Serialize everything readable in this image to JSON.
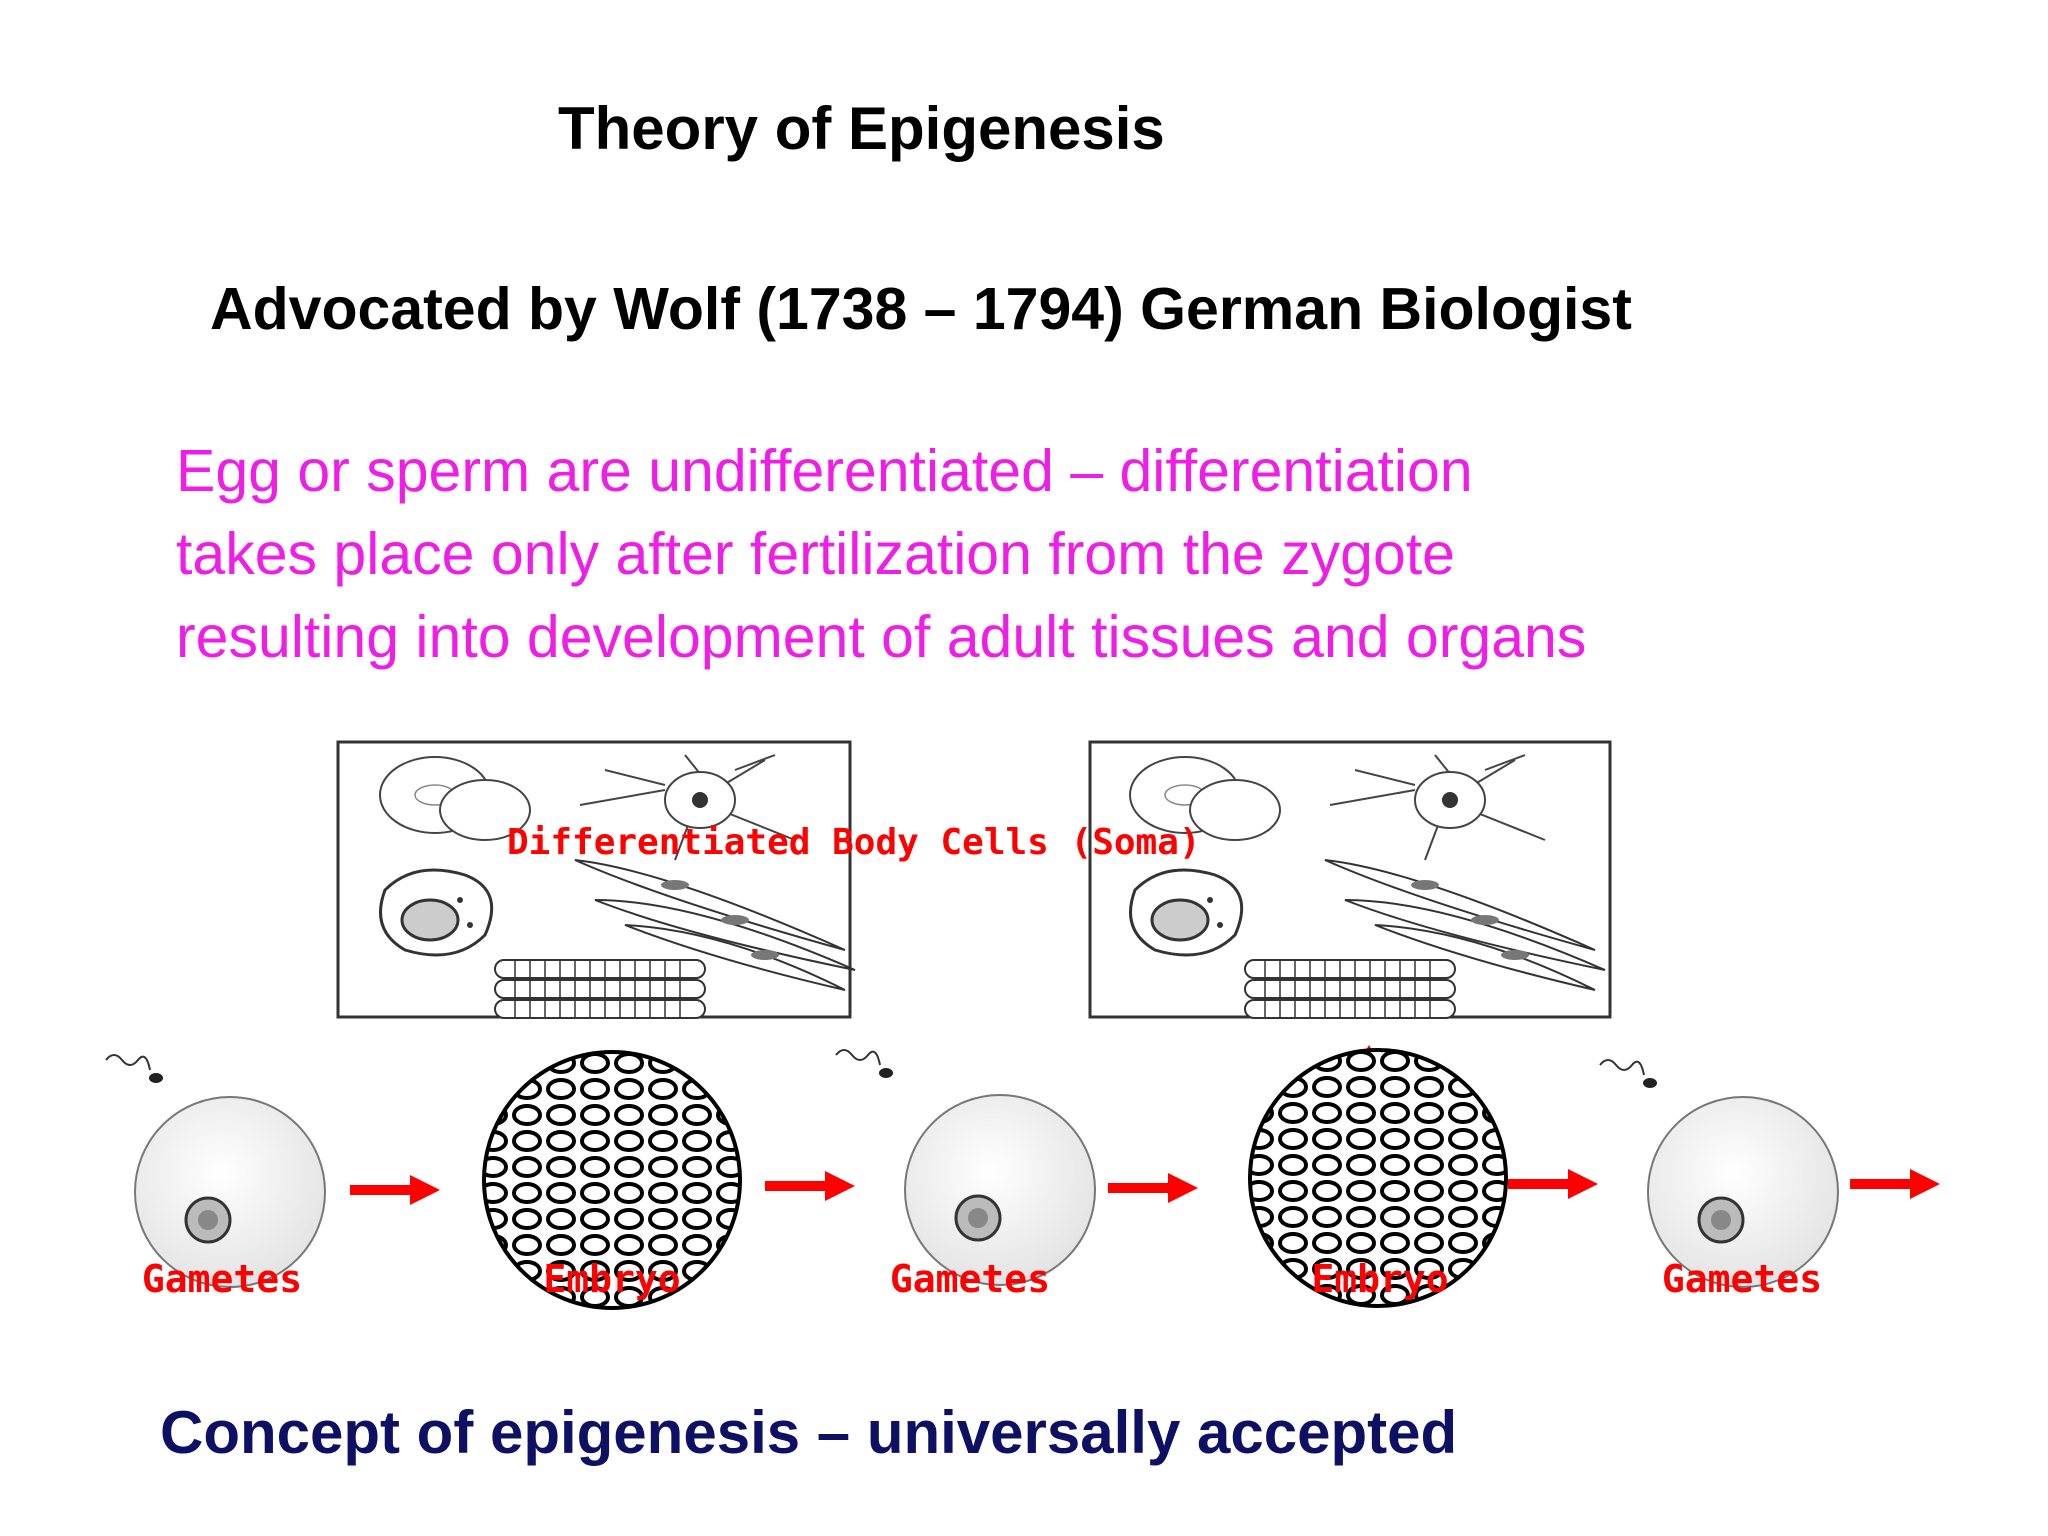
{
  "slide": {
    "title": "Theory of Epigenesis",
    "subtitle": "Advocated by Wolf (1738 – 1794) German Biologist",
    "description_lines": [
      "Egg or sperm are undifferentiated – differentiation",
      "takes place only after fertilization from the zygote",
      "resulting into development of adult tissues and organs"
    ],
    "conclusion": "Concept of epigenesis – universally accepted"
  },
  "diagram": {
    "panel_label": "Differentiated Body Cells (Soma)",
    "stage_labels": [
      "Gametes",
      "Embryo",
      "Gametes",
      "Embryo",
      "Gametes"
    ]
  },
  "colors": {
    "title": "#000000",
    "description": "#ee1ee6",
    "conclusion": "#0e1063",
    "diagram_accent": "#ff0000"
  }
}
